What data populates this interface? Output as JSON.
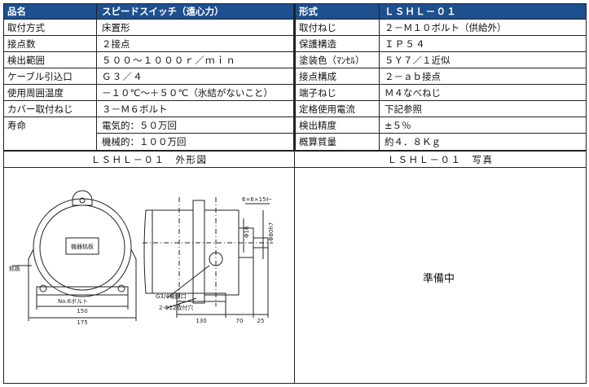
{
  "header": {
    "label_model_name": "品名",
    "model_name": "スピードスイッチ（遠心力）",
    "label_type": "形式",
    "type": "ＬＳＨＬ－０１"
  },
  "left_rows": [
    {
      "label": "取付方式",
      "value": "床置形"
    },
    {
      "label": "接点数",
      "value": "２接点"
    },
    {
      "label": "検出範囲",
      "value": "５００～１０００ｒ／ｍｉｎ"
    },
    {
      "label": "ケーブル引込口",
      "value": "Ｇ３／４"
    },
    {
      "label": "使用周囲温度",
      "value": "－１０℃～＋５０℃（氷結がないこと）"
    },
    {
      "label": "カバー取付ねじ",
      "value": "３－Ｍ６ボルト"
    },
    {
      "label": "寿命",
      "value": "電気的：５０万回"
    },
    {
      "label": "",
      "value": "機械的：１００万回"
    }
  ],
  "right_rows": [
    {
      "label": "取付ねじ",
      "value": "２－Ｍ１０ボルト（供給外）"
    },
    {
      "label": "保護構造",
      "value": "ＩＰ５４"
    },
    {
      "label": "塗装色（ﾏﾝｾﾙ）",
      "value": "５Ｙ７／１近似"
    },
    {
      "label": "接点構成",
      "value": "２－ａｂ接点"
    },
    {
      "label": "端子ねじ",
      "value": "Ｍ４なべねじ"
    },
    {
      "label": "定格使用電流",
      "value": "下記参照"
    },
    {
      "label": "検出精度",
      "value": "±５％"
    },
    {
      "label": "概算質量",
      "value": "約４．８Ｋｇ"
    }
  ],
  "captions": {
    "drawing": "ＬＳＨＬ－０１　外形図",
    "photo": "ＬＳＨＬ－０１　写真"
  },
  "photo_placeholder": "準備中",
  "drawing_labels": {
    "nameplate": "機器銘板",
    "left_tag": "銘板",
    "bolt_note": "No.6ボルト",
    "shaft_dim": "6×6×15ｷｰ",
    "cable_entry": "G3/4電線口",
    "mount_holes": "2-Φ12取付穴",
    "dim_150": "150",
    "dim_175": "175",
    "dim_130": "130",
    "dim_70": "70",
    "dim_25": "25",
    "dim_shaft_dia": "Φ16",
    "dim_height": "Φ80h7"
  }
}
